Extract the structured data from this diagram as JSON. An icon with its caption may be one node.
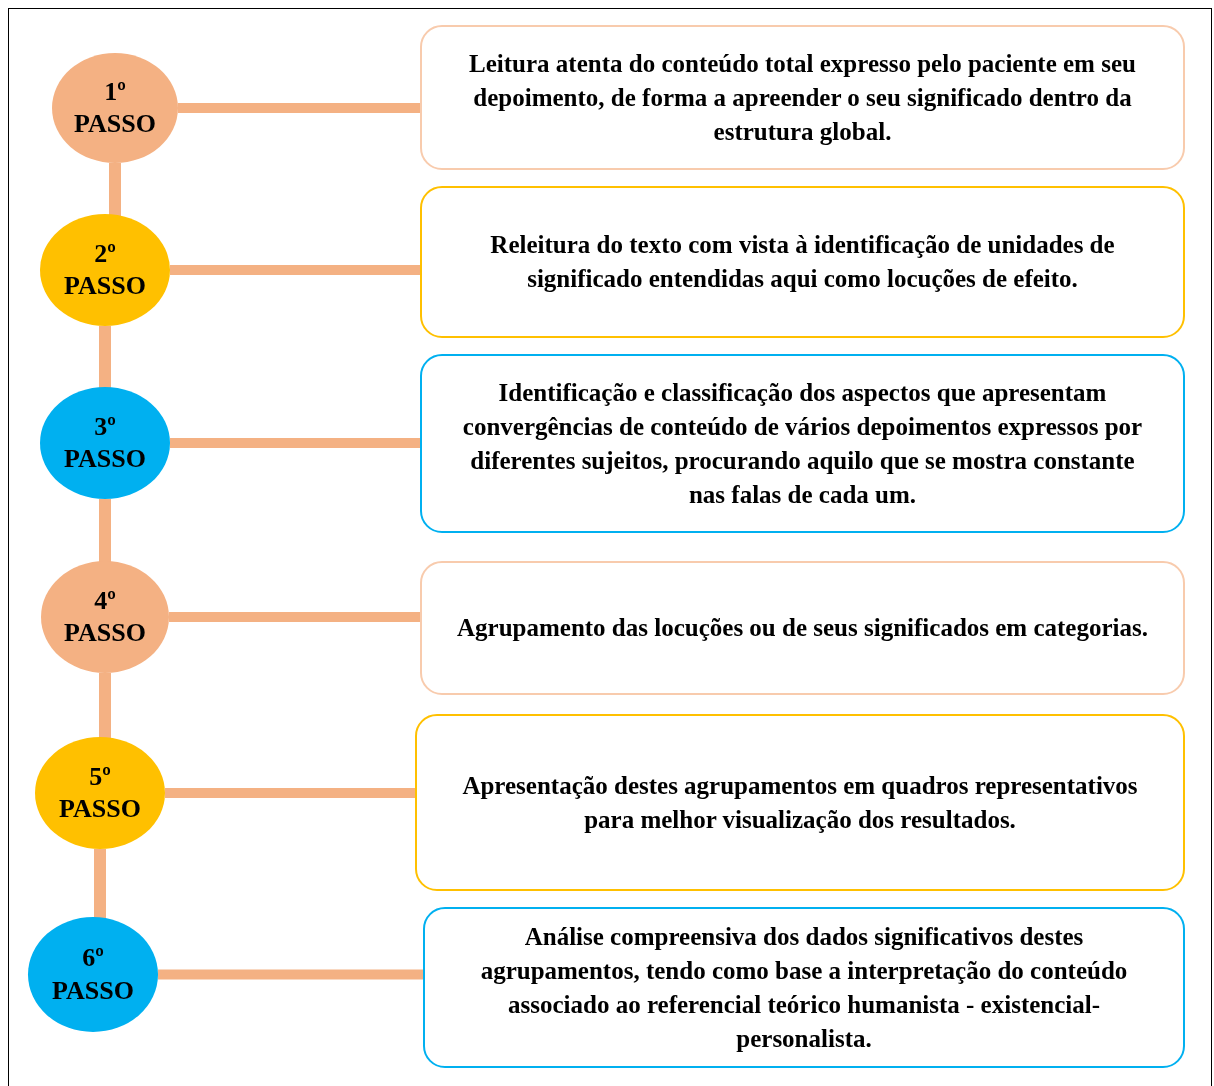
{
  "diagram": {
    "nodes": [
      {
        "text": [
          "1º PASSO"
        ]
      },
      {
        "text": [
          "Leitura atenta do conteúdo total expresso pelo paciente em seu depoimento, de forma a apreender o seu significado dentro da estrutura global."
        ]
      },
      {
        "text": [
          "2º PASSO"
        ]
      },
      {
        "text": [
          "Releitura do texto com vista à identificação de unidades de significado entendidas aqui como locuções de efeito."
        ]
      },
      {
        "text": [
          "3º PASSO"
        ]
      },
      {
        "text": [
          "Identificação e classificação dos aspectos que apresentam convergências de conteúdo de vários depoimentos expressos por diferentes sujeitos, procurando aquilo que se mostra constante nas falas de cada um."
        ]
      },
      {
        "text": [
          "4º PASSO"
        ]
      },
      {
        "text": [
          "Agrupamento das locuções ou de seus significados em categorias."
        ]
      },
      {
        "text": [
          "5º PASSO"
        ]
      },
      {
        "text": [
          "Apresentação destes agrupamentos em quadros representativos para melhor visualização dos resultados."
        ]
      },
      {
        "text": [
          "6º PASSO"
        ]
      },
      {
        "text": [
          "Análise compreensiva dos dados significativos destes agrupamentos, tendo como base a interpretação do conteúdo associado ao referencial teórico humanista - existencial-personalista."
        ]
      }
    ],
    "edges": [
      {
        "from": 0,
        "to": 1,
        "arrow": "none"
      },
      {
        "from": 0,
        "to": 2,
        "arrow": "none"
      },
      {
        "from": 2,
        "to": 3,
        "arrow": "none"
      },
      {
        "from": 2,
        "to": 4,
        "arrow": "none"
      },
      {
        "from": 4,
        "to": 5,
        "arrow": "none"
      },
      {
        "from": 4,
        "to": 6,
        "arrow": "none"
      },
      {
        "from": 6,
        "to": 7,
        "arrow": "none"
      },
      {
        "from": 6,
        "to": 8,
        "arrow": "none"
      },
      {
        "from": 8,
        "to": 9,
        "arrow": "none"
      },
      {
        "from": 8,
        "to": 10,
        "arrow": "none"
      },
      {
        "from": 10,
        "to": 11,
        "arrow": "none"
      }
    ]
  }
}
